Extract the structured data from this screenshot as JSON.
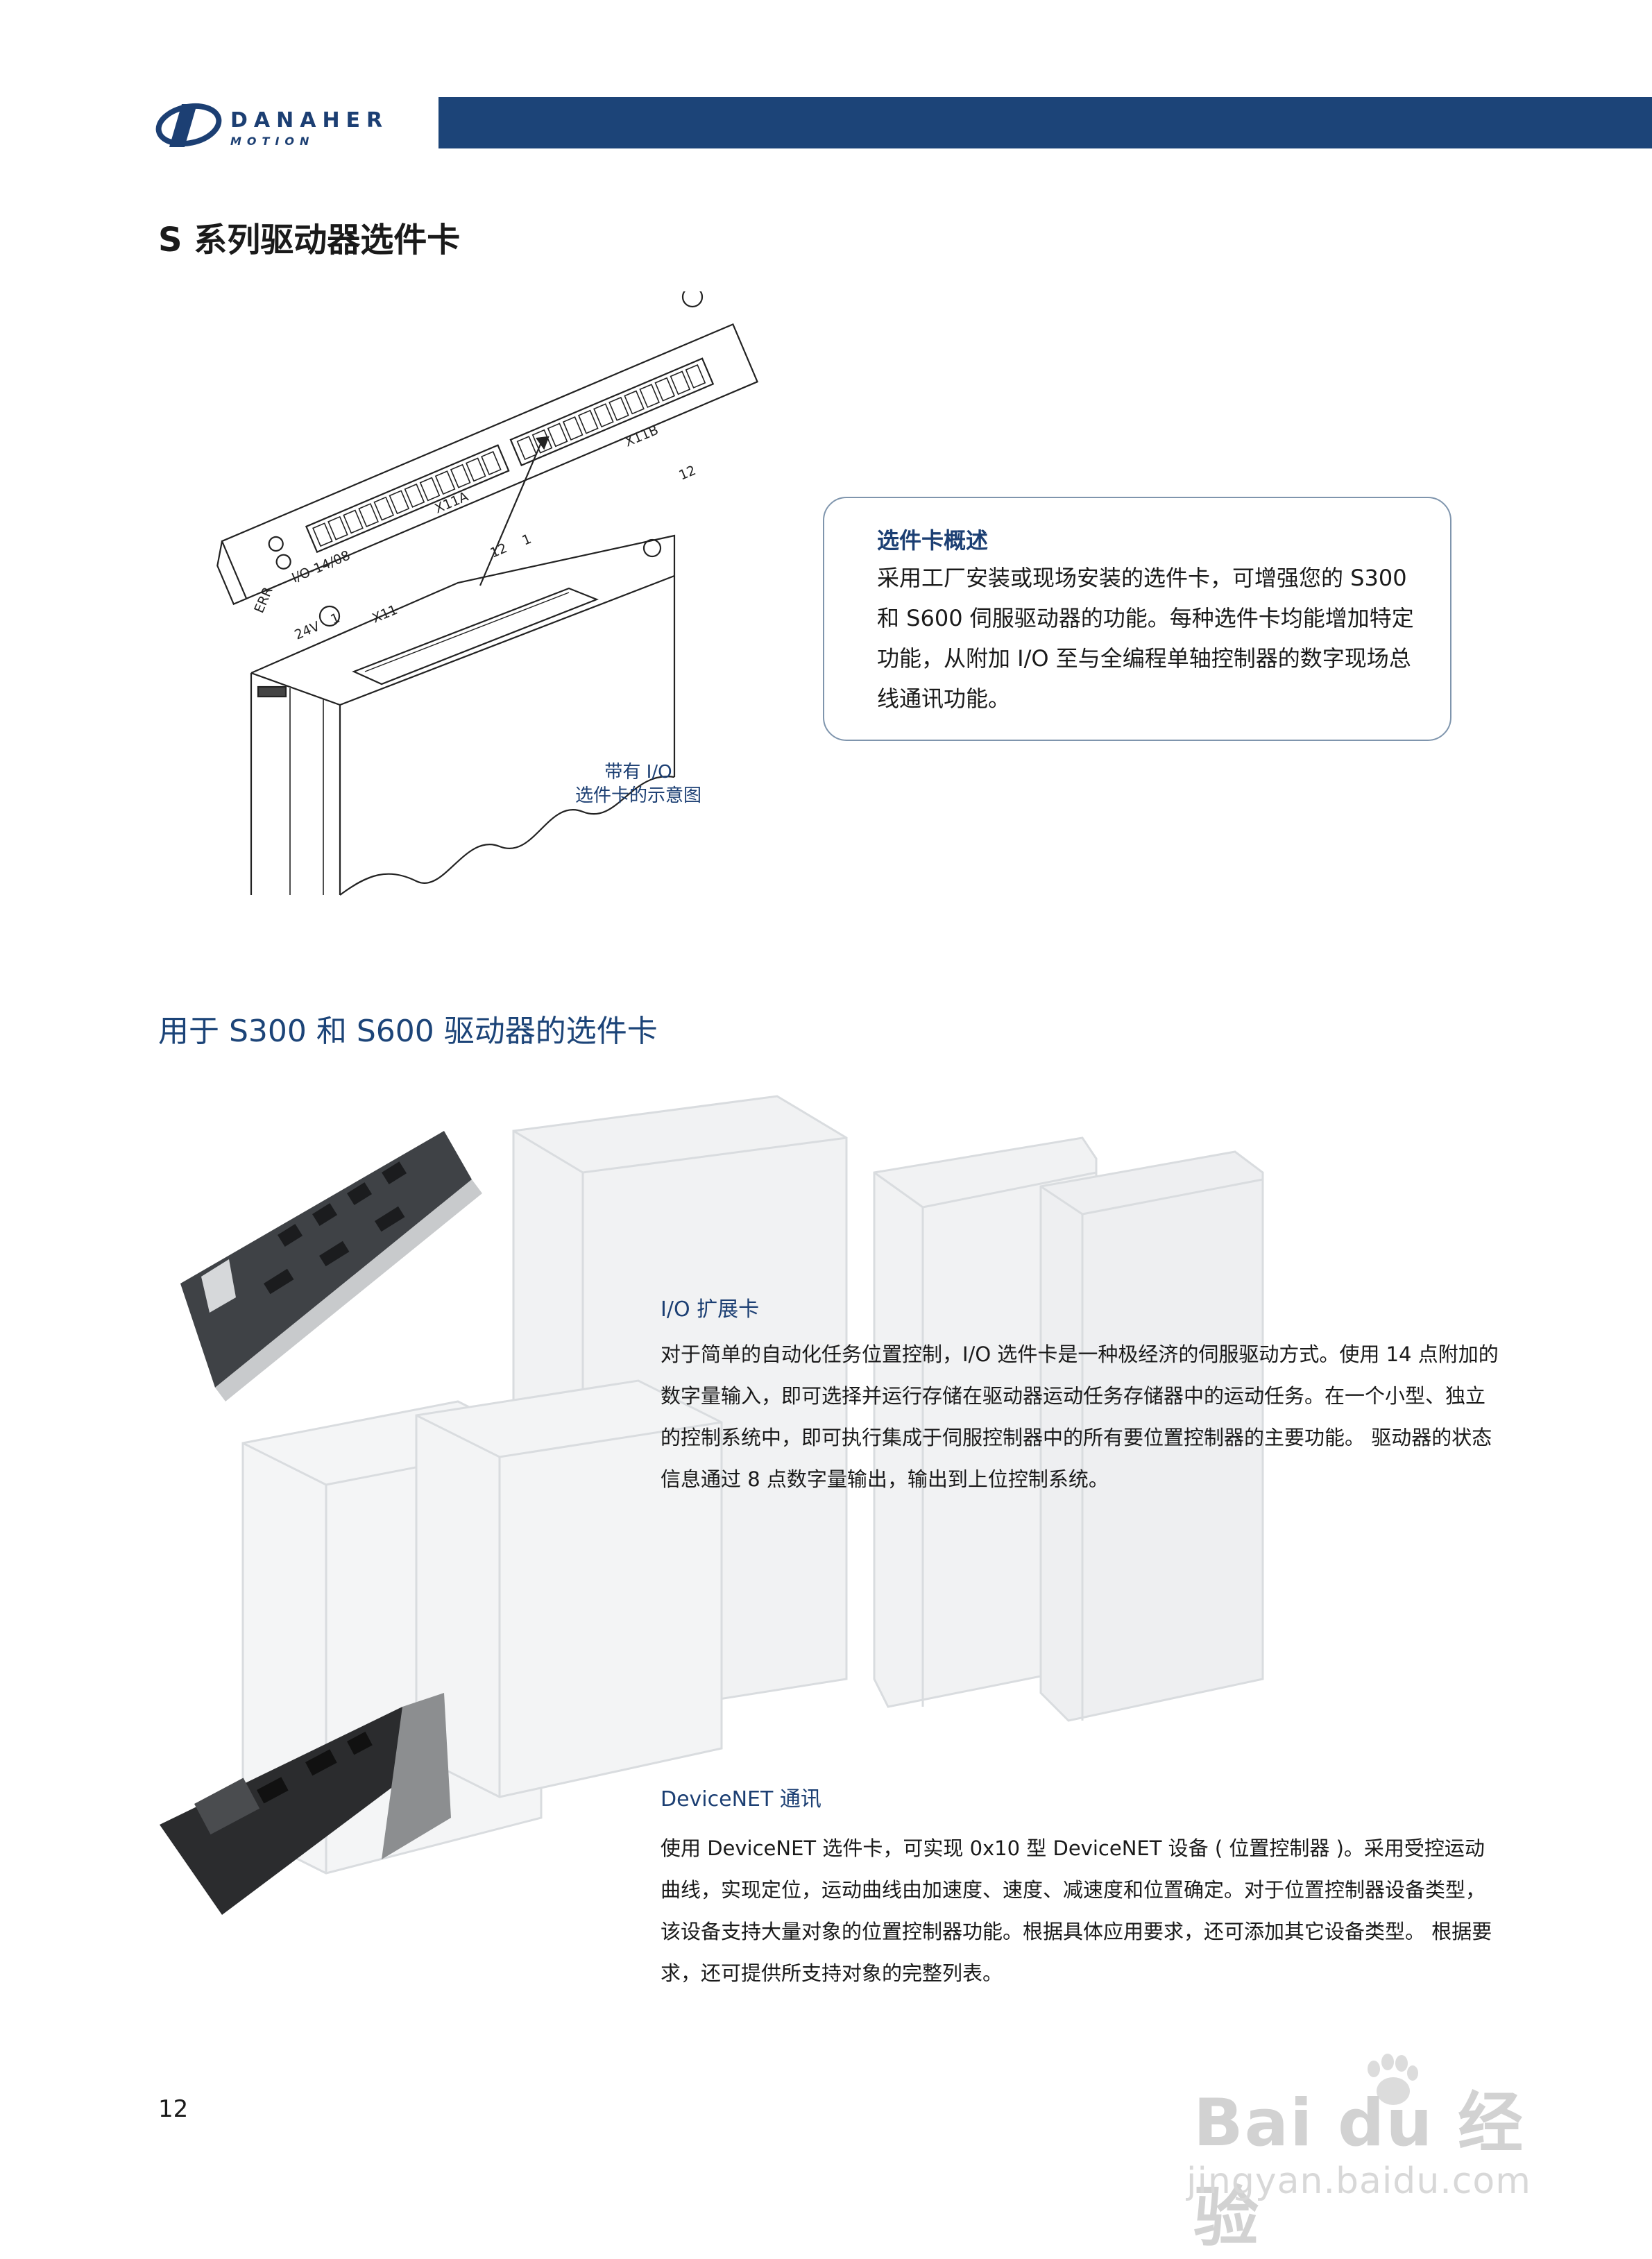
{
  "header": {
    "logo_word": "DANAHER",
    "logo_sub": "MOTION",
    "brand_color": "#1c4478"
  },
  "page_title": "S 系列驱动器选件卡",
  "diagram": {
    "labels": {
      "err": "ERR",
      "io": "I/O-14/08",
      "x11a": "X11A",
      "x11b": "X11B",
      "v24": "24V",
      "pin1a": "1",
      "pin12a": "12",
      "pin1b": "1",
      "pin12b": "12",
      "x11": "X11"
    },
    "caption_line1": "带有 I/O",
    "caption_line2": "选件卡的示意图"
  },
  "overview": {
    "title": "选件卡概述",
    "body": "采用工厂安装或现场安装的选件卡，可增强您的 S300 和 S600 伺服驱动器的功能。每种选件卡均能增加特定功能，从附加 I/O 至与全编程单轴控制器的数字现场总线通讯功能。"
  },
  "section_title": "用于 S300 和 S600 驱动器的选件卡",
  "io_card": {
    "heading": "I/O 扩展卡",
    "body": "对于简单的自动化任务位置控制，I/O 选件卡是一种极经济的伺服驱动方式。使用 14 点附加的数字量输入，即可选择并运行存储在驱动器运动任务存储器中的运动任务。在一个小型、独立的控制系统中，即可执行集成于伺服控制器中的所有要位置控制器的主要功能。 驱动器的状态信息通过 8 点数字量输出，输出到上位控制系统。"
  },
  "devicenet_card": {
    "heading": "DeviceNET 通讯",
    "body": "使用 DeviceNET 选件卡，可实现 0x10 型 DeviceNET 设备 ( 位置控制器 )。采用受控运动曲线，实现定位，运动曲线由加速度、速度、减速度和位置确定。对于位置控制器设备类型，该设备支持大量对象的位置控制器功能。根据具体应用要求，还可添加其它设备类型。 根据要求，还可提供所支持对象的完整列表。"
  },
  "page_number": "12",
  "watermark": {
    "brand": "Bai du 经验",
    "url": "jingyan.baidu.com"
  }
}
